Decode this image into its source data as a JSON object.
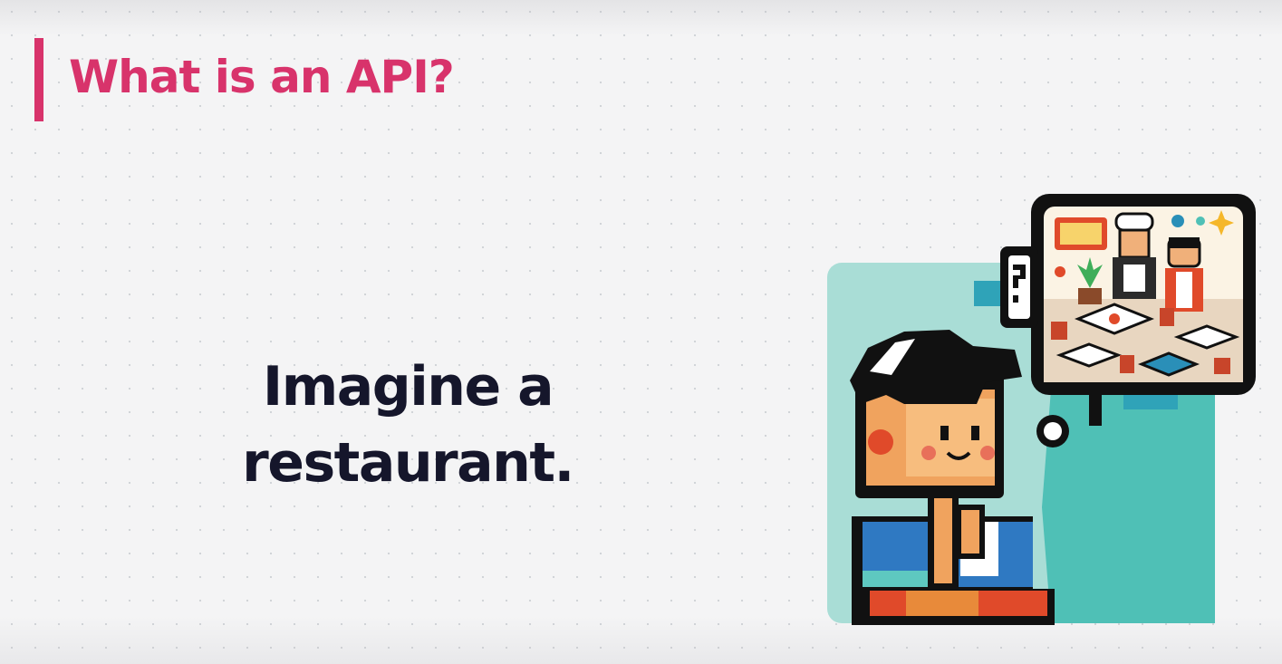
{
  "slide": {
    "title": "What is an API?",
    "body_line1": "Imagine a",
    "body_line2": "restaurant."
  },
  "colors": {
    "accent": "#d8336b",
    "text": "#15162b",
    "background": "#f4f4f5",
    "teal": "#5ec8c0"
  },
  "illustration": {
    "icon": "pixel-person-thinking-about-restaurant"
  }
}
